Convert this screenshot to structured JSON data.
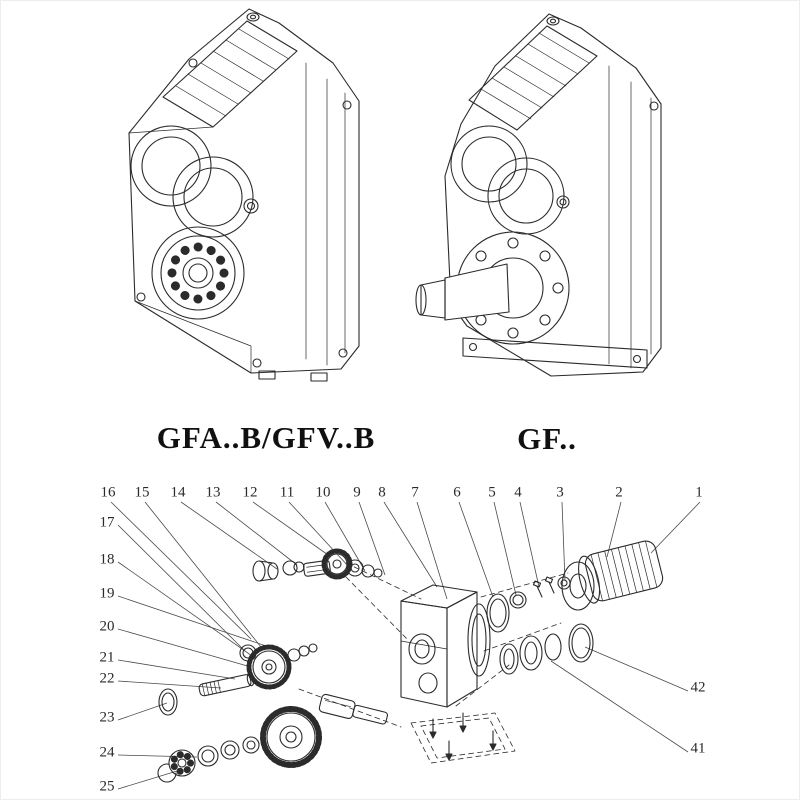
{
  "page": {
    "background_color": "#ffffff",
    "line_color": "#2b2b2b"
  },
  "drawings": {
    "left": {
      "model_label": "GFA..B/GFV..B"
    },
    "right": {
      "model_label": "GF.."
    }
  },
  "exploded_view": {
    "top_part_numbers": [
      "16",
      "15",
      "14",
      "13",
      "12",
      "11",
      "10",
      "9",
      "8",
      "7",
      "6",
      "5",
      "4",
      "3",
      "2",
      "1"
    ],
    "left_part_numbers": [
      "17",
      "18",
      "19",
      "20",
      "21",
      "22",
      "23",
      "24",
      "25"
    ],
    "right_part_numbers": [
      "42",
      "41"
    ]
  }
}
